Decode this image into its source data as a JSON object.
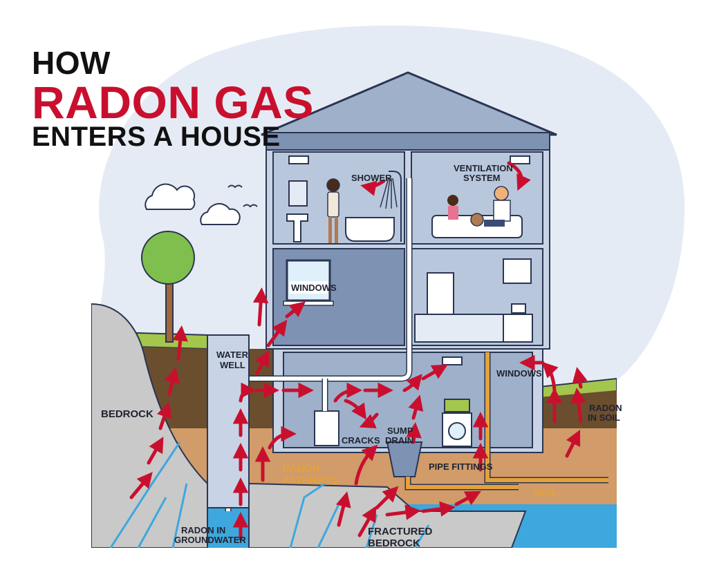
{
  "title": {
    "line1": "HOW",
    "line2": "RADON GAS",
    "line3": "ENTERS A HOUSE"
  },
  "colors": {
    "accent_red": "#c8102e",
    "title_dark": "#111111",
    "label_orange": "#e5a23a",
    "house_wall": "#9fb1ca",
    "cloud_bg": "#e5ebf5",
    "soil": "#d19b6a",
    "water": "#3ea7dd",
    "bedrock": "#c9c9c9"
  },
  "labels": {
    "shower": "SHOWER",
    "ventilation_line1": "VENTILATION",
    "ventilation_line2": "SYSTEM",
    "windows_upper": "WINDOWS",
    "windows_right": "WINDOWS",
    "water_well_line1": "WATER",
    "water_well_line2": "WELL",
    "bedrock": "BEDROCK",
    "cracks": "CRACKS",
    "sump_line1": "SUMP",
    "sump_line2": "DRAIN",
    "pipe_fittings": "PIPE FITTINGS",
    "radon_soil_line1": "RADON",
    "radon_soil_line2": "IN SOIL",
    "radon_path_line1": "RADON",
    "radon_path_line2": "PATHWAYS",
    "soil": "SOIL",
    "groundwater_line1": "RADON IN",
    "groundwater_line2": "GROUNDWATER",
    "fractured_line1": "FRACTURED",
    "fractured_line2": "BEDROCK"
  },
  "icons": {
    "cloud": "cloud-icon",
    "bird": "bird-icon",
    "arrow": "radon-flow-arrow-icon",
    "tree": "tree-icon"
  }
}
